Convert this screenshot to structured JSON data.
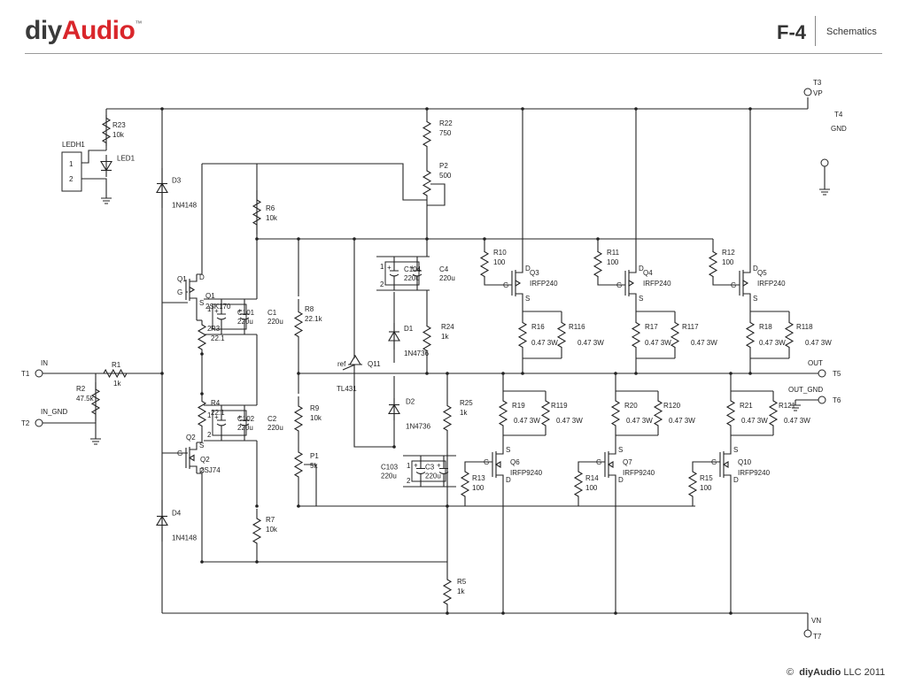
{
  "header": {
    "logo_main": "diy",
    "logo_accent": "Audio",
    "logo_tm": "™",
    "project": "F-4",
    "section": "Schematics"
  },
  "footer": {
    "copyright_symbol": "©",
    "brand": "diyAudio",
    "suffix": "LLC 2011"
  },
  "colors": {
    "logo_red": "#d9262b",
    "wire": "#222222"
  },
  "terminals": {
    "t1": "T1",
    "t1_sig": "IN",
    "t2": "T2",
    "t2_sig": "IN_GND",
    "t3": "T3",
    "t3_sig": "VP",
    "t4": "T4",
    "t4_sig": "GND",
    "t5": "T5",
    "t5_sig": "OUT",
    "t6": "T6",
    "t6_sig": "OUT_GND",
    "t7": "T7",
    "t7_sig": "VN"
  },
  "led": {
    "header": "LEDH1",
    "pin1": "1",
    "pin2": "2",
    "diode": "LED1"
  },
  "resistors": {
    "r1": {
      "ref": "R1",
      "val": "1k"
    },
    "r2": {
      "ref": "R2",
      "val": "47.5k"
    },
    "r3": {
      "ref": "R3",
      "val": "22.1"
    },
    "r4": {
      "ref": "R4",
      "val": "22.1"
    },
    "r5": {
      "ref": "R5",
      "val": "1k"
    },
    "r6": {
      "ref": "R6",
      "val": "10k"
    },
    "r7": {
      "ref": "R7",
      "val": "10k"
    },
    "r8": {
      "ref": "R8",
      "val": "22.1k"
    },
    "r9": {
      "ref": "R9",
      "val": "10k"
    },
    "r10": {
      "ref": "R10",
      "val": "100"
    },
    "r11": {
      "ref": "R11",
      "val": "100"
    },
    "r12": {
      "ref": "R12",
      "val": "100"
    },
    "r13": {
      "ref": "R13",
      "val": "100"
    },
    "r14": {
      "ref": "R14",
      "val": "100"
    },
    "r15": {
      "ref": "R15",
      "val": "100"
    },
    "r16": {
      "ref": "R16",
      "val": "0.47 3W"
    },
    "r17": {
      "ref": "R17",
      "val": "0.47 3W"
    },
    "r18": {
      "ref": "R18",
      "val": "0.47 3W"
    },
    "r19": {
      "ref": "R19",
      "val": "0.47 3W"
    },
    "r20": {
      "ref": "R20",
      "val": "0.47 3W"
    },
    "r21": {
      "ref": "R21",
      "val": "0.47 3W"
    },
    "r22": {
      "ref": "R22",
      "val": "750"
    },
    "r23": {
      "ref": "R23",
      "val": "10k"
    },
    "r24": {
      "ref": "R24",
      "val": "1k"
    },
    "r25": {
      "ref": "R25",
      "val": "1k"
    },
    "r116": {
      "ref": "R116",
      "val": "0.47 3W"
    },
    "r117": {
      "ref": "R117",
      "val": "0.47 3W"
    },
    "r118": {
      "ref": "R118",
      "val": "0.47 3W"
    },
    "r119": {
      "ref": "R119",
      "val": "0.47 3W"
    },
    "r120": {
      "ref": "R120",
      "val": "0.47 3W"
    },
    "r121": {
      "ref": "R121",
      "val": "0.47 3W"
    }
  },
  "pots": {
    "p1": {
      "ref": "P1",
      "val": "5k"
    },
    "p2": {
      "ref": "P2",
      "val": "500"
    }
  },
  "caps": {
    "c1": {
      "ref": "C1",
      "val": "220u"
    },
    "c2": {
      "ref": "C2",
      "val": "220u"
    },
    "c3": {
      "ref": "C3",
      "val": "220u"
    },
    "c4": {
      "ref": "C4",
      "val": "220u"
    },
    "c101": {
      "ref": "C101",
      "val": "220u"
    },
    "c102": {
      "ref": "C102",
      "val": "220u"
    },
    "c103": {
      "ref": "C103",
      "val": "220u"
    },
    "c104": {
      "ref": "C104",
      "val": "220u"
    }
  },
  "diodes": {
    "d1": {
      "ref": "D1",
      "val": "1N4736"
    },
    "d2": {
      "ref": "D2",
      "val": "1N4736"
    },
    "d3": {
      "ref": "D3",
      "val": "1N4148"
    },
    "d4": {
      "ref": "D4",
      "val": "1N4148"
    }
  },
  "transistors": {
    "q1": {
      "ref": "Q1",
      "val": "2SK170"
    },
    "q2": {
      "ref": "Q2",
      "val": "2SJ74"
    },
    "q3": {
      "ref": "Q3",
      "val": "IRFP240"
    },
    "q4": {
      "ref": "Q4",
      "val": "IRFP240"
    },
    "q5": {
      "ref": "Q5",
      "val": "IRFP240"
    },
    "q6": {
      "ref": "Q6",
      "val": "IRFP9240"
    },
    "q7": {
      "ref": "Q7",
      "val": "IRFP9240"
    },
    "q10": {
      "ref": "Q10",
      "val": "IRFP9240"
    },
    "q11": {
      "ref": "Q11",
      "val": "TL431",
      "pin": "ref"
    }
  },
  "pins": {
    "g": "G",
    "d": "D",
    "s": "S",
    "plus": "+",
    "pos1": "1",
    "pos2": "2"
  }
}
